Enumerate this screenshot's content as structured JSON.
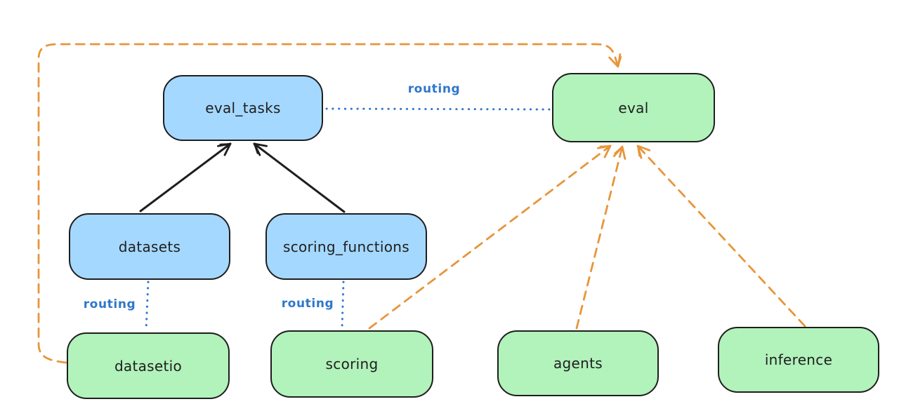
{
  "nodes": {
    "eval_tasks": {
      "label": "eval_tasks",
      "color": "blue"
    },
    "eval": {
      "label": "eval",
      "color": "green"
    },
    "datasets": {
      "label": "datasets",
      "color": "blue"
    },
    "scoring_functions": {
      "label": "scoring_functions",
      "color": "blue"
    },
    "datasetio": {
      "label": "datasetio",
      "color": "green"
    },
    "scoring": {
      "label": "scoring",
      "color": "green"
    },
    "agents": {
      "label": "agents",
      "color": "green"
    },
    "inference": {
      "label": "inference",
      "color": "green"
    }
  },
  "edge_labels": {
    "eval_tasks_to_eval": "routing",
    "datasets_to_datasetio": "routing",
    "scoring_functions_to_scoring": "routing"
  },
  "edges": [
    {
      "from": "datasets",
      "to": "eval_tasks",
      "style": "solid-black-arrow"
    },
    {
      "from": "scoring_functions",
      "to": "eval_tasks",
      "style": "solid-black-arrow"
    },
    {
      "from": "eval_tasks",
      "to": "eval",
      "style": "dotted-blue",
      "label": "routing"
    },
    {
      "from": "datasets",
      "to": "datasetio",
      "style": "dotted-blue",
      "label": "routing"
    },
    {
      "from": "scoring_functions",
      "to": "scoring",
      "style": "dotted-blue",
      "label": "routing"
    },
    {
      "from": "datasetio",
      "to": "eval",
      "style": "dashed-orange-arrow"
    },
    {
      "from": "scoring",
      "to": "eval",
      "style": "dashed-orange-arrow"
    },
    {
      "from": "agents",
      "to": "eval",
      "style": "dashed-orange-arrow"
    },
    {
      "from": "inference",
      "to": "eval",
      "style": "dashed-orange-arrow"
    }
  ],
  "colors": {
    "blue_node_fill": "#a5d8ff",
    "green_node_fill": "#b2f2bb",
    "node_stroke": "#1e1e1e",
    "black_arrow": "#1e1e1e",
    "orange_dashed": "#e8953a",
    "blue_routing": "#2e77cc",
    "background": "#ffffff"
  }
}
